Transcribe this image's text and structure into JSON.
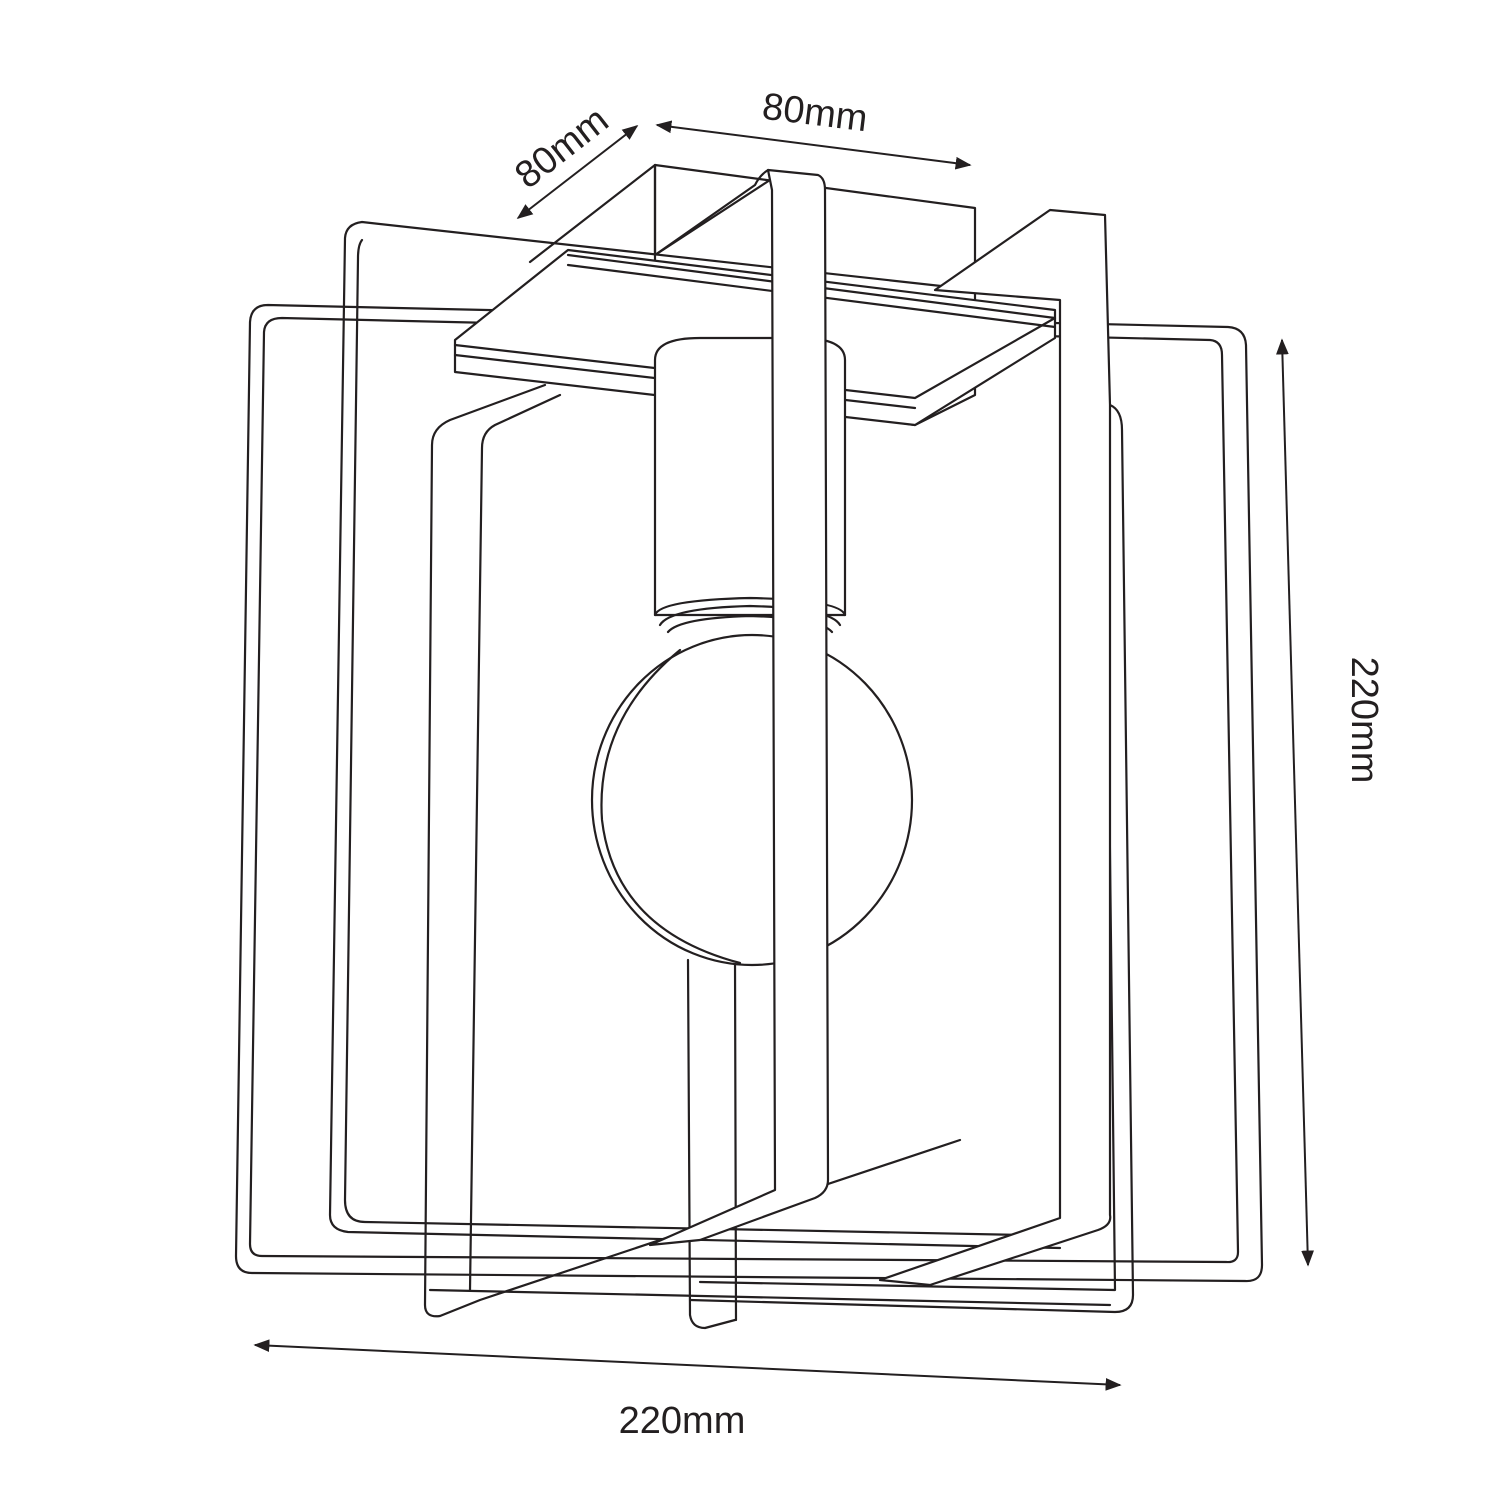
{
  "dimensions": {
    "top_width": "80mm",
    "top_depth": "80mm",
    "height": "220mm",
    "width": "220mm"
  },
  "colors": {
    "line": "#231f20",
    "background": "#ffffff"
  }
}
